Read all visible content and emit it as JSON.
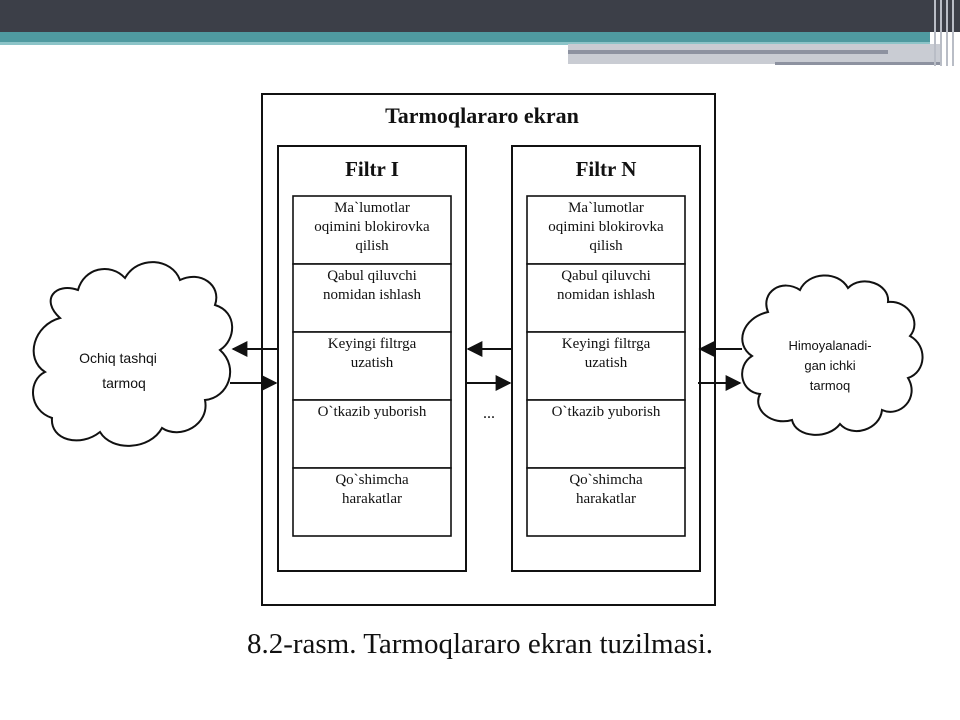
{
  "diagram": {
    "outer_title": "Tarmoqlararo ekran",
    "filters": [
      {
        "title": "Filtr I",
        "rows": [
          [
            "Ma`lumotlar",
            "oqimini blokirovka",
            "qilish"
          ],
          [
            "Qabul qiluvchi",
            "nomidan ishlash"
          ],
          [
            "Keyingi filtrga",
            "uzatish"
          ],
          [
            "O`tkazib yuborish"
          ],
          [
            "Qo`shimcha",
            "harakatlar"
          ]
        ]
      },
      {
        "title": "Filtr N",
        "rows": [
          [
            "Ma`lumotlar",
            "oqimini blokirovka",
            "qilish"
          ],
          [
            "Qabul qiluvchi",
            "nomidan ishlash"
          ],
          [
            "Keyingi filtrga",
            "uzatish"
          ],
          [
            "O`tkazib yuborish"
          ],
          [
            "Qo`shimcha",
            "harakatlar"
          ]
        ]
      }
    ],
    "ellipsis": "...",
    "left_cloud": [
      "Ochiq tashqi",
      "tarmoq"
    ],
    "right_cloud": [
      "Himoyalanadi-",
      "gan ichki",
      "tarmoq"
    ]
  },
  "caption": "8.2-rasm. Tarmoqlararo ekran tuzilmasi."
}
